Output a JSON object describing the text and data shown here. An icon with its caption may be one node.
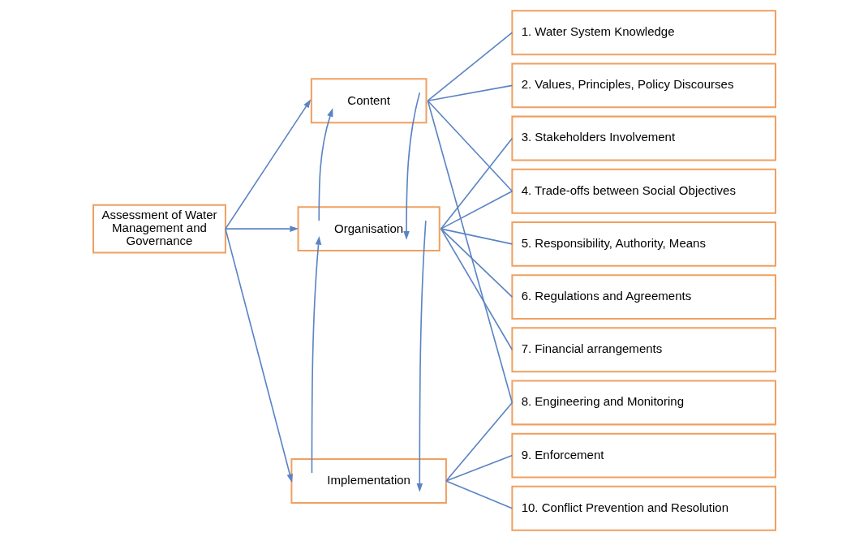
{
  "diagram": {
    "nodes": [
      {
        "text": [
          "Assessment of Water Management and Governance"
        ]
      },
      {
        "text": [
          "Content"
        ]
      },
      {
        "text": [
          "Organisation"
        ]
      },
      {
        "text": [
          "Implementation"
        ]
      },
      {
        "text": [
          "1. Water System Knowledge"
        ]
      },
      {
        "text": [
          "2. Values, Principles, Policy Discourses"
        ]
      },
      {
        "text": [
          "3. Stakeholders Involvement"
        ]
      },
      {
        "text": [
          "4. Trade-offs between Social Objectives"
        ]
      },
      {
        "text": [
          "5. Responsibility, Authority, Means"
        ]
      },
      {
        "text": [
          "6. Regulations and Agreements"
        ]
      },
      {
        "text": [
          "7. Financial arrangements"
        ]
      },
      {
        "text": [
          "8. Engineering and Monitoring"
        ]
      },
      {
        "text": [
          "9. Enforcement"
        ]
      },
      {
        "text": [
          "10. Conflict Prevention and Resolution"
        ]
      }
    ],
    "edges": [
      {
        "from": 0,
        "to": 1,
        "arrow": "to"
      },
      {
        "from": 0,
        "to": 2,
        "arrow": "to"
      },
      {
        "from": 0,
        "to": 3,
        "arrow": "to"
      },
      {
        "from": 2,
        "to": 1,
        "arrow": "to"
      },
      {
        "from": 1,
        "to": 2,
        "arrow": "to"
      },
      {
        "from": 3,
        "to": 2,
        "arrow": "to"
      },
      {
        "from": 2,
        "to": 3,
        "arrow": "to"
      },
      {
        "from": 1,
        "to": 4,
        "arrow": "none"
      },
      {
        "from": 1,
        "to": 5,
        "arrow": "none"
      },
      {
        "from": 1,
        "to": 7,
        "arrow": "none"
      },
      {
        "from": 1,
        "to": 11,
        "arrow": "none"
      },
      {
        "from": 2,
        "to": 6,
        "arrow": "none"
      },
      {
        "from": 2,
        "to": 7,
        "arrow": "none"
      },
      {
        "from": 2,
        "to": 8,
        "arrow": "none"
      },
      {
        "from": 2,
        "to": 9,
        "arrow": "none"
      },
      {
        "from": 2,
        "to": 10,
        "arrow": "none"
      },
      {
        "from": 3,
        "to": 11,
        "arrow": "none"
      },
      {
        "from": 3,
        "to": 12,
        "arrow": "none"
      },
      {
        "from": 3,
        "to": 13,
        "arrow": "none"
      }
    ]
  }
}
